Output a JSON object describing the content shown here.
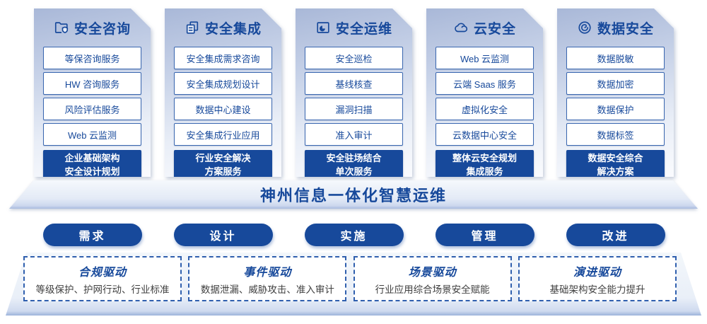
{
  "brand_color": "#17499b",
  "columns": [
    {
      "icon": "folder-shield-icon",
      "title": "安全咨询",
      "items": [
        "等保咨询服务",
        "HW 咨询服务",
        "风险评估服务",
        "Web 云监测"
      ],
      "footer": {
        "line1": "企业基础架构",
        "line2": "安全设计规划"
      }
    },
    {
      "icon": "documents-icon",
      "title": "安全集成",
      "items": [
        "安全集成需求咨询",
        "安全集成规划设计",
        "数据中心建设",
        "安全集成行业应用"
      ],
      "footer": {
        "line1": "行业安全解决",
        "line2": "方案服务"
      }
    },
    {
      "icon": "folder-pie-icon",
      "title": "安全运维",
      "items": [
        "安全巡检",
        "基线核查",
        "漏洞扫描",
        "准入审计"
      ],
      "footer": {
        "line1": "安全驻场结合",
        "line2": "单次服务"
      }
    },
    {
      "icon": "cloud-icon",
      "title": "云安全",
      "items": [
        "Web 云监测",
        "云端 Saas 服务",
        "虚拟化安全",
        "云数据中心安全"
      ],
      "footer": {
        "line1": "整体云安全规划",
        "line2": "集成服务"
      }
    },
    {
      "icon": "fingerprint-icon",
      "title": "数据安全",
      "items": [
        "数据脱敏",
        "数据加密",
        "数据保护",
        "数据标签"
      ],
      "footer": {
        "line1": "数据安全综合",
        "line2": "解决方案"
      }
    }
  ],
  "banner": {
    "title": "神州信息一体化智慧运维"
  },
  "process_pills": [
    "需求",
    "设计",
    "实施",
    "管理",
    "改进"
  ],
  "drivers": [
    {
      "title": "合规驱动",
      "desc": "等级保护、护网行动、行业标准"
    },
    {
      "title": "事件驱动",
      "desc": "数据泄漏、威胁攻击、准入审计"
    },
    {
      "title": "场景驱动",
      "desc": "行业应用综合场景安全赋能"
    },
    {
      "title": "演进驱动",
      "desc": "基础架构安全能力提升"
    }
  ]
}
